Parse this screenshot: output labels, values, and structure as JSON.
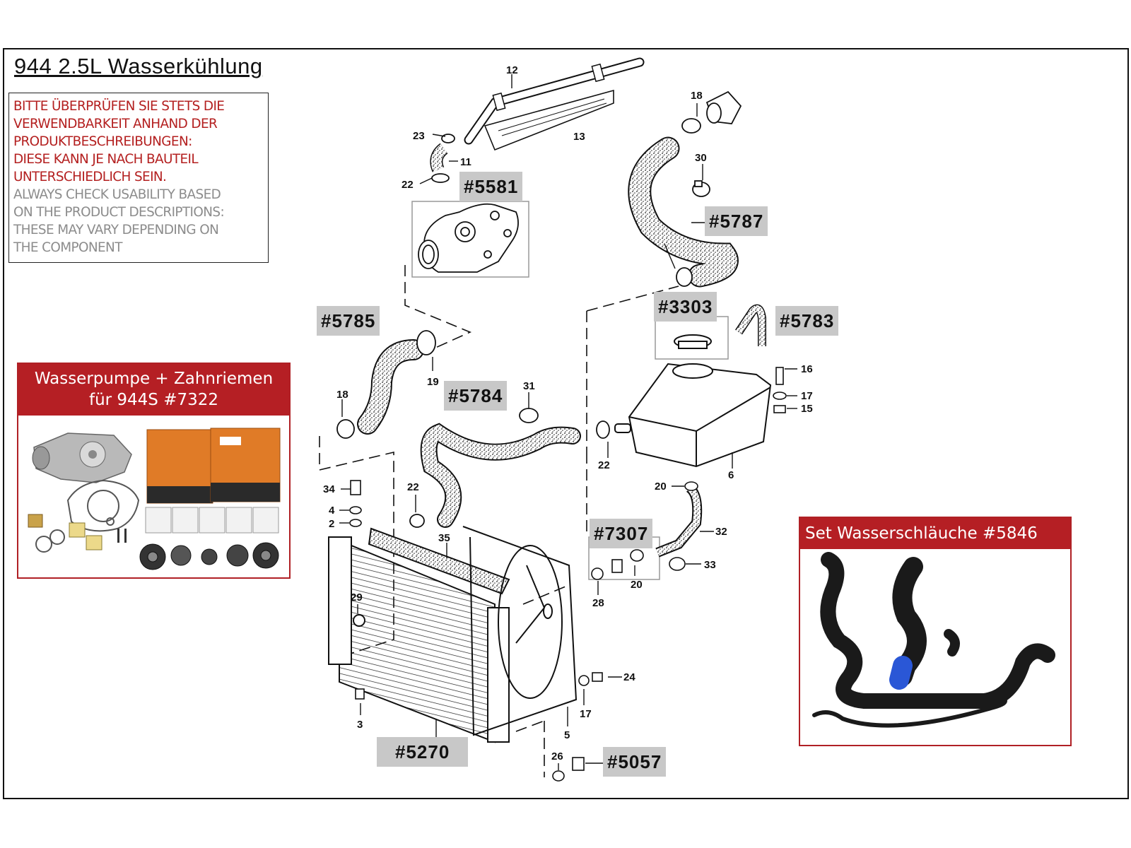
{
  "title": "944 2.5L Wasserkühlung",
  "notice": {
    "de_lines": [
      "BITTE ÜBERPRÜFEN SIE STETS DIE",
      "VERWENDBARKEIT ANHAND DER",
      "PRODUKTBESCHREIBUNGEN:",
      "DIESE KANN JE NACH BAUTEIL",
      "UNTERSCHIEDLICH SEIN."
    ],
    "en_lines": [
      "ALWAYS CHECK USABILITY BASED",
      "ON THE PRODUCT DESCRIPTIONS:",
      "THESE MAY VARY DEPENDING ON",
      "THE COMPONENT"
    ]
  },
  "promos": {
    "pump_kit": {
      "line1": "Wasserpumpe + Zahnriemen",
      "line2": "für 944S  #7322"
    },
    "hose_set": {
      "label": "Set Wasserschläuche #5846"
    }
  },
  "references": {
    "r5581": "#5581",
    "r5787": "#5787",
    "r5785": "#5785",
    "r3303": "#3303",
    "r5783": "#5783",
    "r5784": "#5784",
    "r7307": "#7307",
    "r5270": "#5270",
    "r5057": "#5057"
  },
  "part_numbers": {
    "p12": "12",
    "p13": "13",
    "p23": "23",
    "p11": "11",
    "p22a": "22",
    "p18a": "18",
    "p30": "30",
    "p19": "19",
    "p18b": "18",
    "p31": "31",
    "p16": "16",
    "p17a": "17",
    "p15": "15",
    "p22b": "22",
    "p6": "6",
    "p34": "34",
    "p4": "4",
    "p2": "2",
    "p22c": "22",
    "p35": "35",
    "p20a": "20",
    "p32": "32",
    "p33": "33",
    "p20b": "20",
    "p28": "28",
    "p29": "29",
    "p24": "24",
    "p17b": "17",
    "p3": "3",
    "p5": "5",
    "p26": "26"
  },
  "colors": {
    "promo_red": "#b51f24",
    "notice_de": "#b42020",
    "notice_en": "#8c8c8c",
    "ref_bg": "#c8c8c8"
  }
}
